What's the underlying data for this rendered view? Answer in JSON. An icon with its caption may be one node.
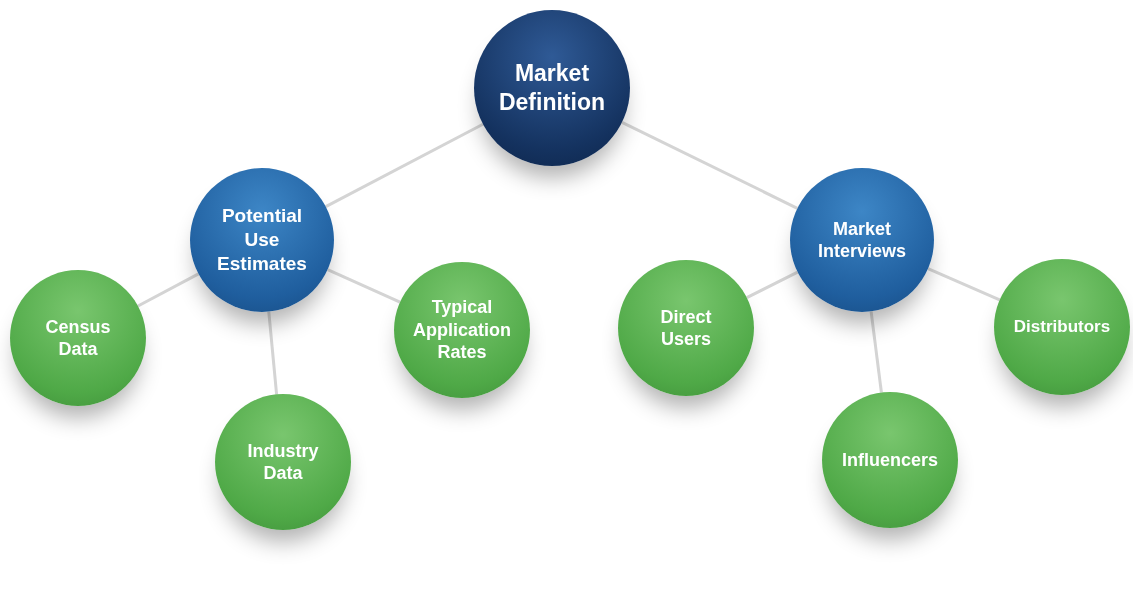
{
  "diagram": {
    "nodes": [
      {
        "text": [
          "Market Definition"
        ]
      },
      {
        "text": [
          "Potential Use Estimates"
        ]
      },
      {
        "text": [
          "Market Interviews"
        ]
      },
      {
        "text": [
          "Census Data"
        ]
      },
      {
        "text": [
          "Industry Data"
        ]
      },
      {
        "text": [
          "Typical Application Rates"
        ]
      },
      {
        "text": [
          "Direct Users"
        ]
      },
      {
        "text": [
          "Influencers"
        ]
      },
      {
        "text": [
          "Distributors"
        ]
      }
    ],
    "edges": [
      {
        "from": 0,
        "to": 1,
        "arrow": "none"
      },
      {
        "from": 0,
        "to": 2,
        "arrow": "none"
      },
      {
        "from": 1,
        "to": 3,
        "arrow": "none"
      },
      {
        "from": 1,
        "to": 4,
        "arrow": "none"
      },
      {
        "from": 1,
        "to": 5,
        "arrow": "none"
      },
      {
        "from": 2,
        "to": 6,
        "arrow": "none"
      },
      {
        "from": 2,
        "to": 7,
        "arrow": "none"
      },
      {
        "from": 2,
        "to": 8,
        "arrow": "none"
      }
    ]
  }
}
